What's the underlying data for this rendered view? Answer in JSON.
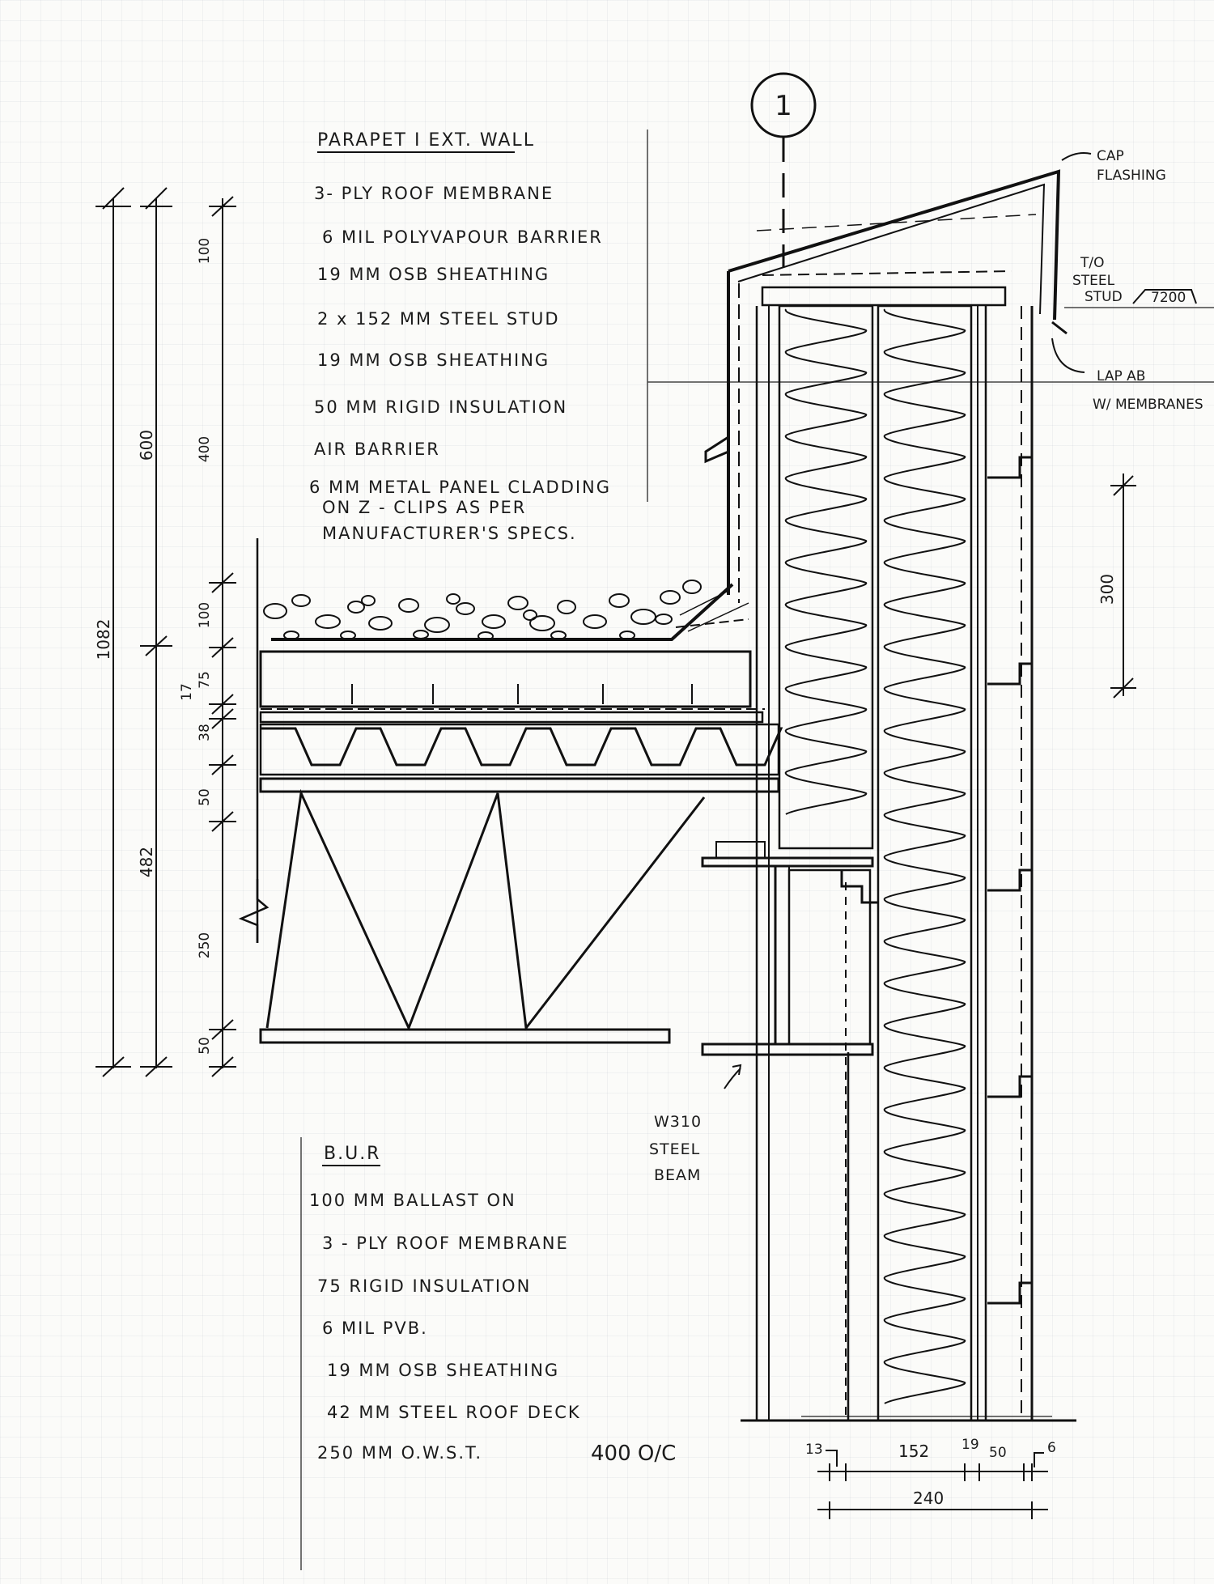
{
  "grid_ref": "1",
  "parapet": {
    "title": "PARAPET I EXT. WALL",
    "layers": [
      "3- PLY ROOF MEMBRANE",
      "6 MIL POLYVAPOUR BARRIER",
      "19 MM OSB SHEATHING",
      "2 x 152 MM STEEL STUD",
      "19 MM OSB SHEATHING",
      "50 MM RIGID INSULATION",
      "AIR BARRIER",
      "6 MM METAL PANEL CLADDING",
      "ON Z - CLIPS AS PER",
      "MANUFACTURER'S SPECS."
    ]
  },
  "roof": {
    "title": "B.U.R",
    "layers": [
      "100 MM BALLAST ON",
      "3 - PLY ROOF MEMBRANE",
      "75 RIGID INSULATION",
      "6 MIL PVB.",
      "19 MM OSB SHEATHING",
      "42 MM STEEL ROOF DECK",
      "250 MM O.W.S.T.",
      "400 O/C"
    ]
  },
  "callouts": {
    "cap_flashing": [
      "CAP",
      "FLASHING"
    ],
    "to_stud": [
      "T/O",
      "STEEL",
      "STUD"
    ],
    "elevation": "7200",
    "lap": [
      "LAP AB",
      "W/ MEMBRANES"
    ],
    "beam": [
      "W310",
      "STEEL",
      "BEAM"
    ]
  },
  "dims": {
    "total": "1082",
    "upper": "600",
    "lower": "482",
    "parts": [
      "100",
      "400",
      "100",
      "75",
      "17",
      "38",
      "50",
      "250",
      "50"
    ],
    "spacing": "300",
    "wall_parts": [
      "13",
      "152",
      "19",
      "50",
      "6"
    ],
    "wall_total": "240"
  }
}
